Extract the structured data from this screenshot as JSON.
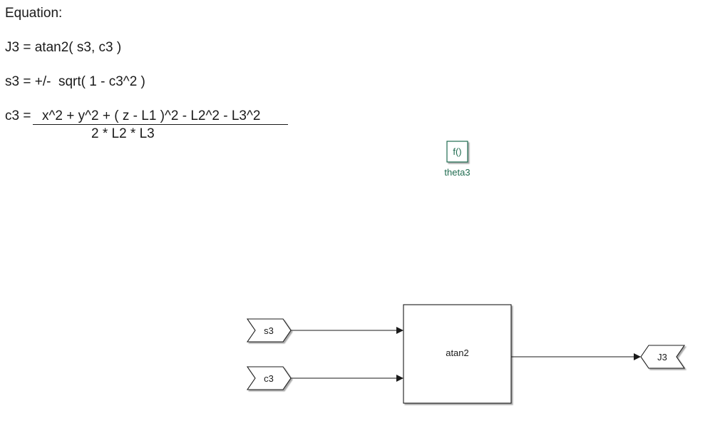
{
  "annotation": {
    "heading": "Equation:",
    "line1": "J3 = atan2( s3, c3 )",
    "line2": "s3 = +/-  sqrt( 1 - c3^2 )",
    "line3_lhs": "c3 = ",
    "line3_num": "x^2 + y^2 + ( z - L1 )^2 - L2^2 - L3^2",
    "line3_den": "2 * L2 * L3"
  },
  "function_block": {
    "icon_text": "f()",
    "name": "theta3",
    "color": "#1f6b4f"
  },
  "diagram": {
    "inputs": [
      {
        "label": "s3"
      },
      {
        "label": "c3"
      }
    ],
    "block_label": "atan2",
    "output": {
      "label": "J3"
    }
  }
}
